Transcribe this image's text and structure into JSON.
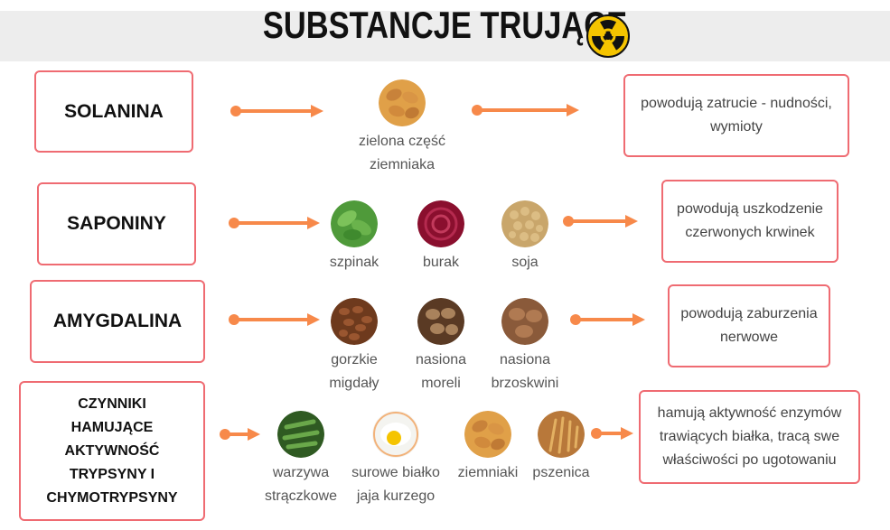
{
  "title": "SUBSTANCJE TRUJĄCE",
  "colors": {
    "box_border": "#ef6b72",
    "arrow": "#f7894a",
    "banner": "#ededed",
    "title": "#111111"
  },
  "icons": {
    "title_icon": "radiation-icon"
  },
  "rows": [
    {
      "category": "SOLANINA",
      "sources": [
        {
          "label": "zielona część\nziemniaka",
          "image": "potatoes"
        }
      ],
      "effect": "powodują zatrucie - nudności, wymioty"
    },
    {
      "category": "SAPONINY",
      "sources": [
        {
          "label": "szpinak",
          "image": "spinach"
        },
        {
          "label": "burak",
          "image": "beetroot"
        },
        {
          "label": "soja",
          "image": "soybeans"
        }
      ],
      "effect": "powodują uszkodzenie czerwonych krwinek"
    },
    {
      "category": "AMYGDALINA",
      "sources": [
        {
          "label": "gorzkie\nmigdały",
          "image": "almonds"
        },
        {
          "label": "nasiona\nmoreli",
          "image": "apricot-kernels"
        },
        {
          "label": "nasiona\nbrzoskwini",
          "image": "peach-pits"
        }
      ],
      "effect": "powodują zaburzenia nerwowe"
    },
    {
      "category": "CZYNNIKI HAMUJĄCE AKTYWNOŚĆ TRYPSYNY I CHYMOTRYPSYNY",
      "sources": [
        {
          "label": "warzywa\nstrączkowe",
          "image": "green-beans"
        },
        {
          "label": "surowe białko\njaja kurzego",
          "image": "raw-egg"
        },
        {
          "label": "ziemniaki",
          "image": "potatoes"
        },
        {
          "label": "pszenica",
          "image": "wheat"
        }
      ],
      "effect": "hamują aktywność enzymów trawiących białka, tracą swe właściwości po ugotowaniu"
    }
  ]
}
